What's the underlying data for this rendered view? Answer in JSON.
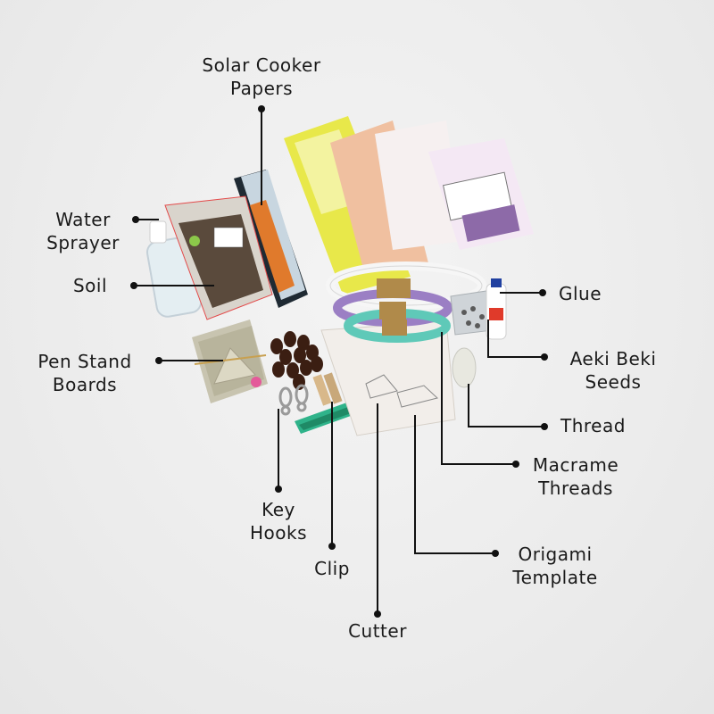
{
  "labels": {
    "solar_cooker": [
      "Solar Cooker",
      "Papers"
    ],
    "water_sprayer": [
      "Water",
      "Sprayer"
    ],
    "soil": "Soil",
    "pen_stand": [
      "Pen Stand",
      "Boards"
    ],
    "key_hooks": [
      "Key",
      "Hooks"
    ],
    "clip": "Clip",
    "cutter": "Cutter",
    "glue": "Glue",
    "aeki_beki": [
      "Aeki Beki",
      "Seeds"
    ],
    "thread": "Thread",
    "macrame": [
      "Macrame",
      "Threads"
    ],
    "origami": [
      "Origami",
      "Template"
    ]
  },
  "colors": {
    "background": "#ececec",
    "label_text": "#1a1a1a",
    "leader_line": "#111111",
    "cutter_green": "#2fb38a",
    "macrame_purple": "#9b7fc4",
    "macrame_teal": "#5fc9b8",
    "jute": "#b08a4a",
    "orange_binding": "#e07a2c",
    "yellow_pamphlet": "#e8e84a",
    "seed_brown": "#3b1e12"
  },
  "icons": [
    "spray-bottle-icon",
    "soil-bag-icon",
    "paper-roll-icon",
    "pamphlet-icon",
    "seed-icon",
    "glue-bottle-icon",
    "key-hook-icon",
    "clothespin-icon",
    "cutter-icon",
    "thread-spool-icon",
    "origami-sheet-icon"
  ]
}
